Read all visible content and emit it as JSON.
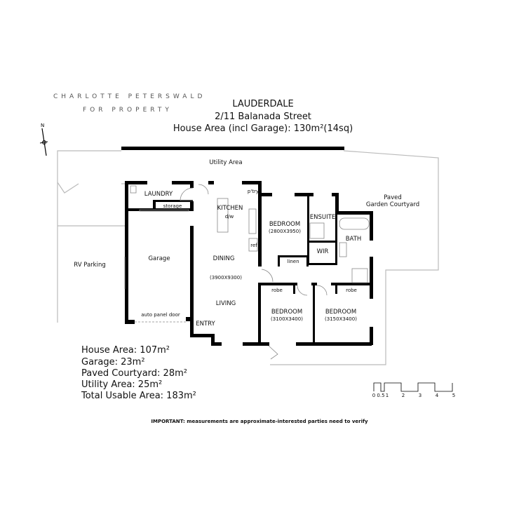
{
  "branding": {
    "line1": "CHARLOTTE PETERSWALD",
    "line2": "FOR PROPERTY"
  },
  "header": {
    "suburb": "LAUDERDALE",
    "address": "2/11 Balanada Street",
    "house_area": "House Area (incl Garage): 130m²(14sq)"
  },
  "compass": {
    "label": "N"
  },
  "rooms": {
    "utility": "Utility Area",
    "courtyard_1": "Paved",
    "courtyard_2": "Garden Courtyard",
    "rv": "RV Parking",
    "laundry": "LAUNDRY",
    "storage": "storage",
    "garage": "Garage",
    "garage_door": "auto panel door",
    "kitchen": "KITCHEN",
    "dw": "d/w",
    "pantry": "p'try",
    "ref": "ref",
    "dining": "DINING",
    "dining_dims": "(3900X9300)",
    "living": "LIVING",
    "entry": "ENTRY",
    "bed1": "BEDROOM",
    "bed1_dims": "(2800X3950)",
    "ensuite": "ENSUITE",
    "wir": "WIR",
    "linen": "linen",
    "bath": "BATH",
    "robe_1": "robe",
    "robe_2": "robe",
    "bed2": "BEDROOM",
    "bed2_dims": "(3100X3400)",
    "bed3": "BEDROOM",
    "bed3_dims": "(3150X3400)"
  },
  "areas": [
    "House Area: 107m²",
    "Garage: 23m²",
    "Paved Courtyard: 28m²",
    "Utility Area: 25m²",
    "Total Usable Area: 183m²"
  ],
  "scale_bar": {
    "ticks": [
      "0",
      "0.5",
      "1",
      "2",
      "3",
      "4",
      "5"
    ]
  },
  "disclaimer": "IMPORTANT: measurements are approximate-interested parties need to verify"
}
